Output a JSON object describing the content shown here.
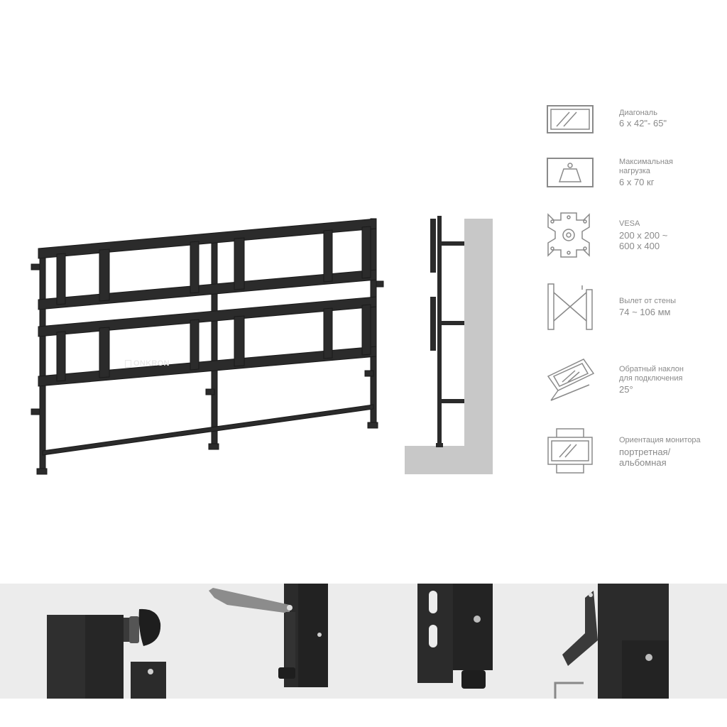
{
  "brand": {
    "logo_text": "ONKRON"
  },
  "specs": [
    {
      "label": "Диагональ",
      "value": "6 x 42\"- 65\"",
      "icon": "diagonal-screen-icon"
    },
    {
      "label": "Максимальная нагрузка",
      "value": "6 x 70 кг",
      "icon": "weight-icon"
    },
    {
      "label": "VESA",
      "value": "200 x 200 ~ 600 x 400",
      "icon": "vesa-plate-icon"
    },
    {
      "label": "Вылет от стены",
      "value": "74 ~ 106 мм",
      "icon": "wall-distance-icon"
    },
    {
      "label": "Обратный наклон для подключения",
      "value": "25°",
      "icon": "tilt-icon"
    },
    {
      "label": "Ориентация монитора",
      "value": "портретная/ альбомная",
      "icon": "orientation-icon"
    }
  ],
  "spec_lines": {
    "s0": [
      "Диагональ"
    ],
    "s1": [
      "Максимальная",
      "нагрузка"
    ],
    "s2": [
      "VESA"
    ],
    "s3": [
      "Вылет от стены"
    ],
    "s4": [
      "Обратный наклон",
      "для подключения"
    ],
    "s5": [
      "Ориентация монитора"
    ]
  },
  "spec_values": {
    "s0": [
      "6 x 42\"- 65\""
    ],
    "s1": [
      "6 x 70 кг"
    ],
    "s2": [
      "200 x 200 ~",
      "600 x 400"
    ],
    "s3": [
      "74 ~ 106 мм"
    ],
    "s4": [
      "25°"
    ],
    "s5": [
      "портретная/",
      "альбомная"
    ]
  },
  "colors": {
    "metal": "#2b2b2b",
    "icon_gray": "#8a8a8a",
    "wall": "#c8c8c8",
    "strip": "#ececec"
  }
}
